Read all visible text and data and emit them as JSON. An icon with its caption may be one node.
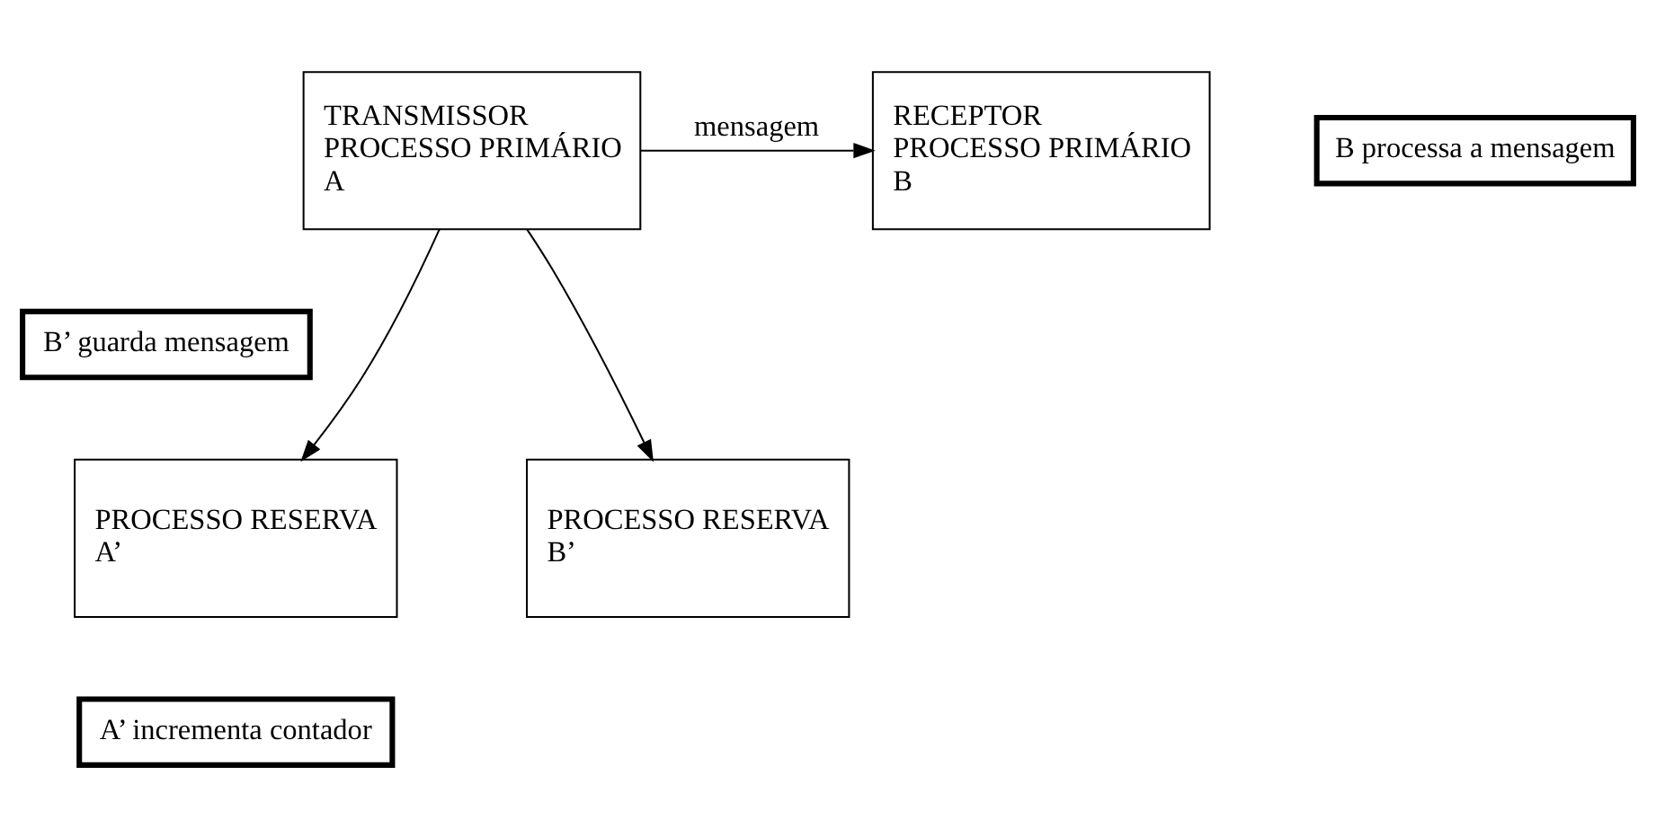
{
  "diagram": {
    "nodes": [
      {
        "text": [
          "TRANSMISSOR",
          "PROCESSO PRIMÁRIO",
          "A"
        ]
      },
      {
        "text": [
          "RECEPTOR",
          "PROCESSO PRIMÁRIO",
          "B"
        ]
      },
      {
        "text": [
          "B processa a mensagem"
        ]
      },
      {
        "text": [
          "B’ guarda mensagem"
        ]
      },
      {
        "text": [
          "PROCESSO RESERVA",
          "A’"
        ]
      },
      {
        "text": [
          "PROCESSO RESERVA",
          "B’"
        ]
      },
      {
        "text": [
          "A’ incrementa contador"
        ]
      }
    ],
    "edges": [
      {
        "from": 0,
        "to": 1,
        "arrow": "to",
        "label": "mensagem"
      },
      {
        "from": 0,
        "to": 5,
        "arrow": "to"
      },
      {
        "from": 0,
        "to": 4,
        "arrow": "to"
      }
    ]
  }
}
